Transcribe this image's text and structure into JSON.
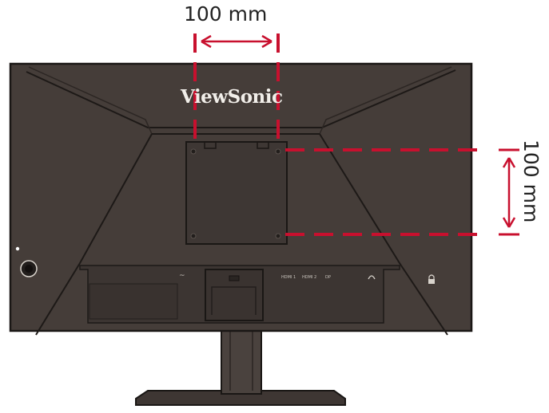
{
  "dimensions": {
    "horizontal_label": "100 mm",
    "vertical_label": "100 mm"
  },
  "brand": {
    "logo_text": "ViewSonic"
  },
  "ports": {
    "power_symbol": "~",
    "hdmi1": "HDMI 1",
    "hdmi2": "HDMI 2",
    "dp": "DP",
    "audio_symbol": "∩"
  },
  "colors": {
    "monitor_body": "#453d39",
    "monitor_outline": "#1a1715",
    "guide_red": "#c8102e",
    "label_text": "#222222"
  },
  "icons": [
    "double-arrow-horizontal-icon",
    "double-arrow-vertical-icon",
    "headphone-icon",
    "lock-icon",
    "joystick-icon"
  ]
}
